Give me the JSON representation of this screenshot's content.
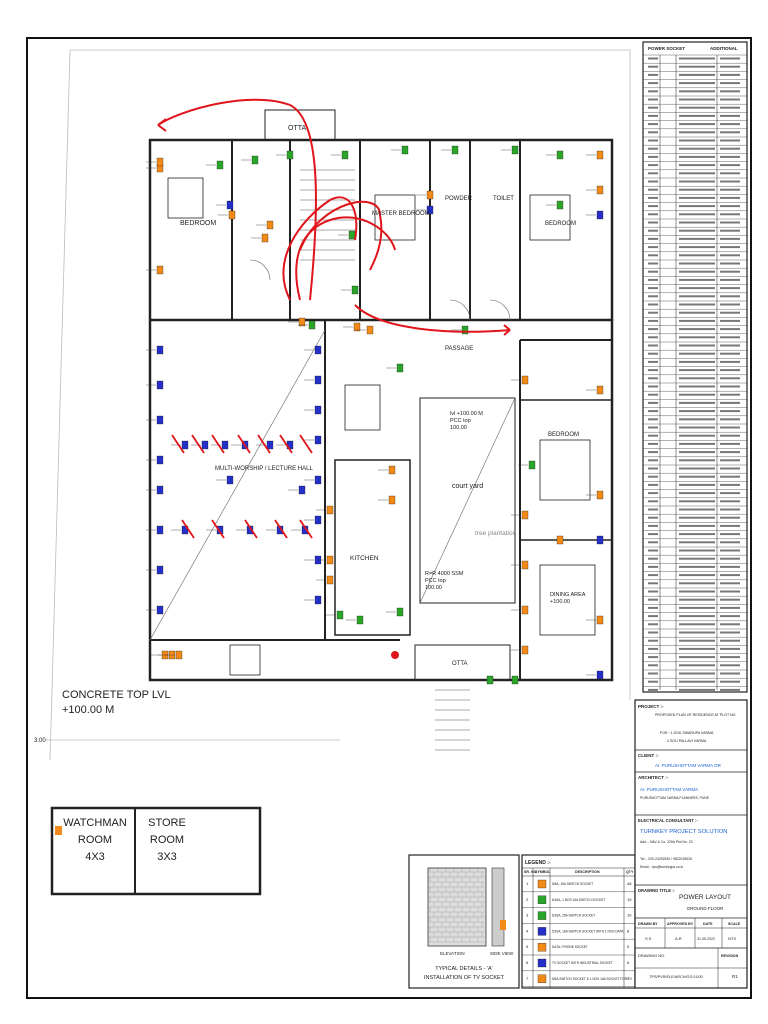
{
  "drawing": {
    "colors": {
      "wall": "#222222",
      "markup": "#e0141b",
      "socket_green": "#2aa52a",
      "socket_orange": "#f28a1a",
      "socket_blue": "#2430c8",
      "tb_blue": "#1a5fd0",
      "grey": "#9a9a9a"
    },
    "rooms": {
      "bedroom_left": "BEDROOM",
      "otta_top": "OTTA",
      "master_bedroom": "MASTER BEDROOM",
      "powder": "POWDER",
      "toilet": "TOILET",
      "bedroom_right": "BEDROOM",
      "passage": "PASSAGE",
      "hall": "MULTI-WORSHIP / LECTURE HALL",
      "court_yard": "court yard",
      "court_yard_level": "lvl +100.00 M\nPCC top\n100.00",
      "kitchen": "KITCHEN",
      "bedroom_lower": "BEDROOM",
      "dining": "DINING AREA\n+100.00",
      "otta_bottom": "OTTA",
      "pcc_level": "R=R 4000 SSM\nPCC top\n100.00",
      "tree_plantation": "tree plantation",
      "concrete_top": "CONCRETE TOP LVL",
      "concrete_level": "+100.00 M",
      "watchman": "WATCHMAN",
      "watchman_room": "ROOM",
      "watchman_size": "4X3",
      "store": "STORE",
      "store_room": "ROOM",
      "store_size": "3X3",
      "dim_left": "3.00"
    },
    "detail": {
      "caption1": "TYPICAL DETAILS - 'A'",
      "caption2": "INSTALLATION OF TV SOCKET",
      "elevation": "ELEVATION",
      "side_view": "SIDE VIEW"
    },
    "legend": {
      "title": "LEGEND :-",
      "headers": [
        "SR. NO",
        "SYMBOL",
        "DESCRIPTION",
        "QTY"
      ],
      "rows": [
        {
          "no": "1",
          "desc": "5/6A, 16A SWITCH SOCKET",
          "qty": "48"
        },
        {
          "no": "2",
          "desc": "6/16A, 1 NOS 16A SWITCH SOCKET",
          "qty": "19"
        },
        {
          "no": "3",
          "desc": "6/16A, 25A SWITCH SOCKET",
          "qty": "10"
        },
        {
          "no": "4",
          "desc": "5/16A, 16A SWITCH SOCKET WITH 1 NOS DATA",
          "qty": "8"
        },
        {
          "no": "5",
          "desc": "DATA / PHONE SOCKET",
          "qty": "5"
        },
        {
          "no": "6",
          "desc": "TV SOCKET WITH INDUSTRIAL SOCKET",
          "qty": "6"
        },
        {
          "no": "7",
          "desc": "5/6A SWITCH SOCKET & 1 NOS 16A SOCKET FOR TV",
          "qty": "9"
        }
      ]
    },
    "title_block": {
      "schedule_title": "POWER SOCKET",
      "schedule_sub": "ADDITIONAL",
      "project_label": "PROJECT :-",
      "project_desc": "PROPOSED PLAN OF RESIDENCE AT PLOT NO.",
      "project_owner1": "FOR : 1.SOU SWARUPA VARMA",
      "project_owner2": "2.SOU PALLAVI VARMA",
      "client_label": "CLIENT :-",
      "client_name": "Ar. PURUSHOTTAM VARMA OR",
      "architect_label": "ARCHITECT :-",
      "architect_name": "Ar. PURUSHOTTAM VARMA",
      "architect_addr": "PURUSHOTTAM VARMA PLANNERS, PUNE",
      "consultant_label": "ELECTRICAL CONSULTANT :-",
      "consultant_name": "TURNKEY PROJECT SOLUTION",
      "consultant_addr1": "Add :- NAV & Co. 220A Plot No. 23",
      "consultant_addr2": "Tel :- 020-24252525 / 9822015526",
      "consultant_email": "Email :- tps@turnkeyps.co.in",
      "drawing_title_label": "DRAWING TITLE :-",
      "drawing_title": "POWER LAYOUT",
      "drawing_sub": "GROUND FLOOR",
      "drawn_label": "DRAWN BY",
      "approved_label": "APPROVED BY",
      "date_label": "DATE",
      "scale_label": "SCALE",
      "drawn_val": "S.S",
      "approved_val": "A.R",
      "date_val": "31.05.2022",
      "scale_val": "NTS",
      "drawing_no_label": "DRAWING NO.",
      "revision_label": "REVISION",
      "drawing_no": "TPS/PVR/ELE/ARCH/GS-01/00",
      "revision": "R1"
    }
  }
}
